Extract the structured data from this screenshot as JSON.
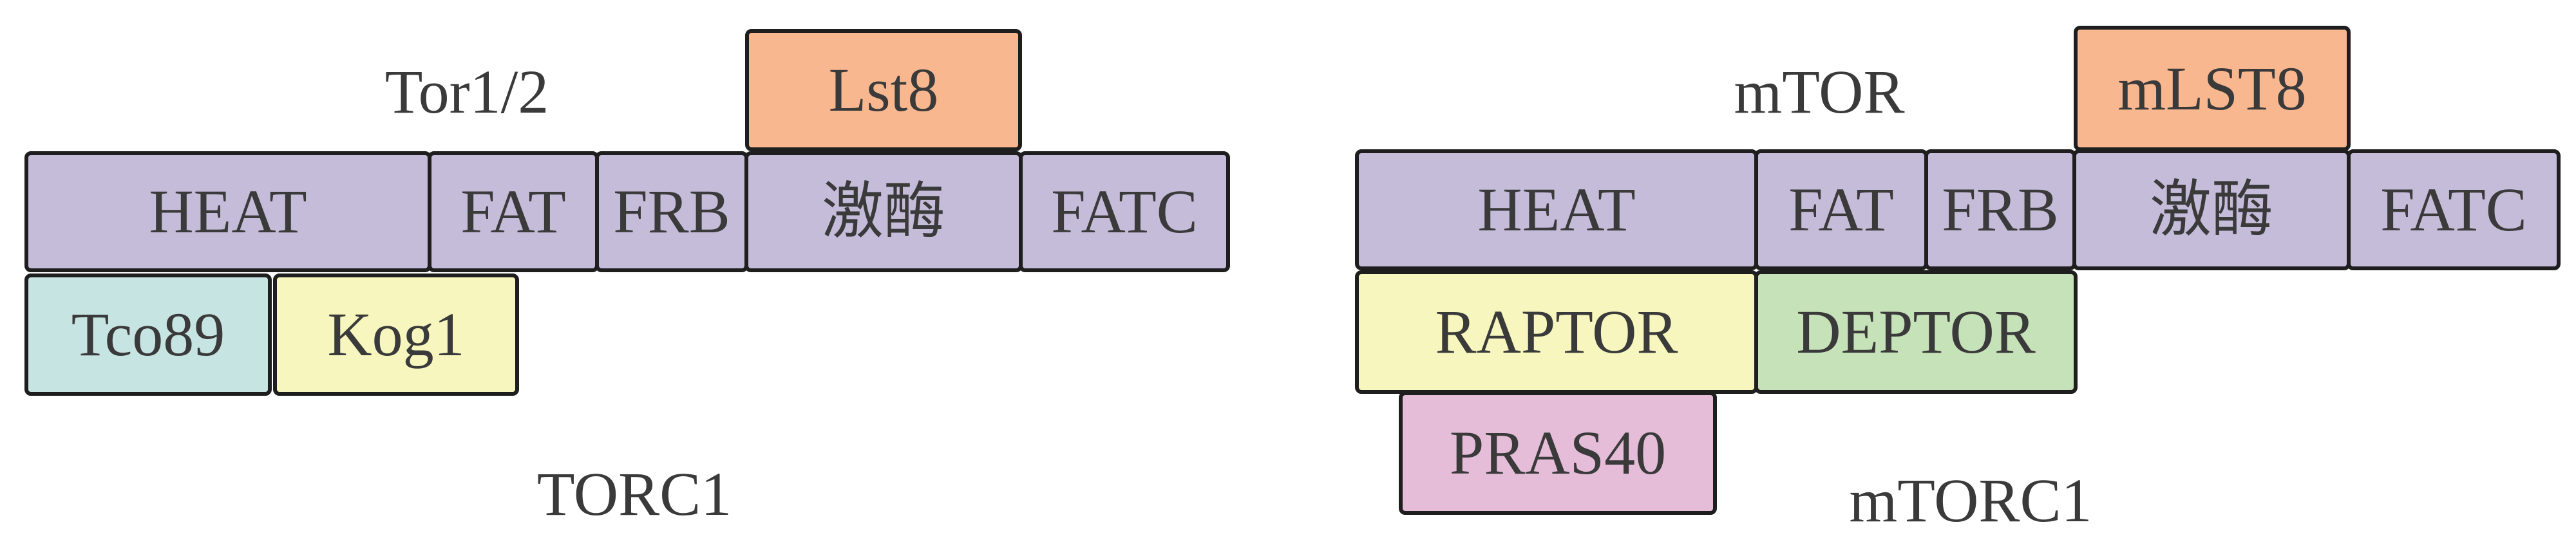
{
  "left": {
    "protein_label": "Tor1/2",
    "complex_label": "TORC1",
    "top_subunit": "Lst8",
    "domains": [
      "HEAT",
      "FAT",
      "FRB",
      "激酶",
      "FATC"
    ],
    "bottom_subunits": [
      "Tco89",
      "Kog1"
    ]
  },
  "right": {
    "protein_label": "mTOR",
    "complex_label": "mTORC1",
    "top_subunit": "mLST8",
    "domains": [
      "HEAT",
      "FAT",
      "FRB",
      "激酶",
      "FATC"
    ],
    "bottom_subunits": [
      "RAPTOR",
      "DEPTOR"
    ],
    "lower_subunit": "PRAS40"
  },
  "colors": {
    "domain_fill": "#c5bcda",
    "lst8_fill": "#f9b78f",
    "tco89_fill": "#c6e4e2",
    "kog1_raptor_fill": "#f6f6be",
    "deptor_fill": "#c6e2b8",
    "pras40_fill": "#e5bdd9",
    "border": "#1e1e1e"
  }
}
